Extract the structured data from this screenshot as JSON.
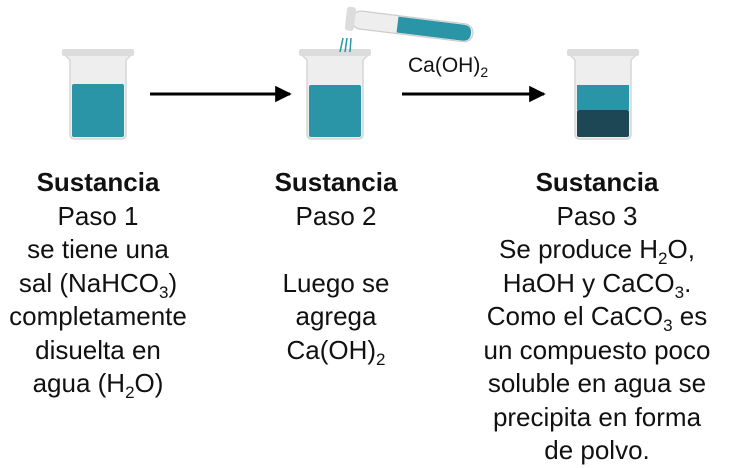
{
  "arrow_label": {
    "base": "Ca(OH)",
    "sub": "2"
  },
  "colors": {
    "liquid": "#2a95a6",
    "precipitate": "#1d4754",
    "beaker_rim": "#dcdcdc",
    "beaker_glass": "#eeeeee",
    "arrow": "#000000"
  },
  "steps": [
    {
      "title": "Sustancia",
      "paso": "Paso 1",
      "line1": "se tiene una",
      "line2_a": "sal (NaHCO",
      "line2_sub": "3",
      "line2_b": ")",
      "line3": "completamente",
      "line4": "disuelta en",
      "line5_a": "agua (H",
      "line5_sub": "2",
      "line5_b": "O)"
    },
    {
      "title": "Sustancia",
      "paso": "Paso 2",
      "line1": "Luego se",
      "line2": "agrega",
      "line3_a": "Ca(OH)",
      "line3_sub": "2"
    },
    {
      "title": "Sustancia",
      "paso": "Paso 3",
      "line1_a": "Se produce H",
      "line1_sub": "2",
      "line1_b": "O,",
      "line2_a": "HaOH y CaCO",
      "line2_sub": "3",
      "line2_b": ".",
      "line3_a": "Como el CaCO",
      "line3_sub": "3",
      "line3_b": " es",
      "line4": "un compuesto poco",
      "line5": "soluble en agua se",
      "line6": "precipita en forma",
      "line7": "de polvo."
    }
  ]
}
